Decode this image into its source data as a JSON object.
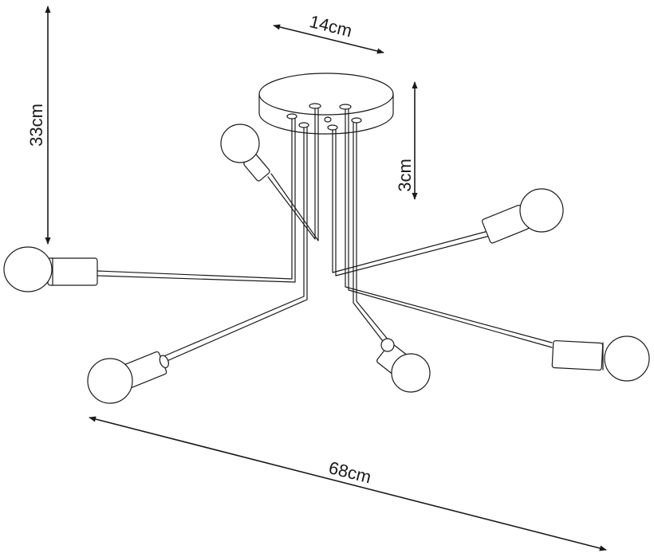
{
  "dimensions": {
    "height_total": "33cm",
    "canopy_diameter": "14cm",
    "canopy_height": "3cm",
    "overall_width": "68cm"
  },
  "colors": {
    "line": "#1a1a1a",
    "background": "#ffffff"
  }
}
